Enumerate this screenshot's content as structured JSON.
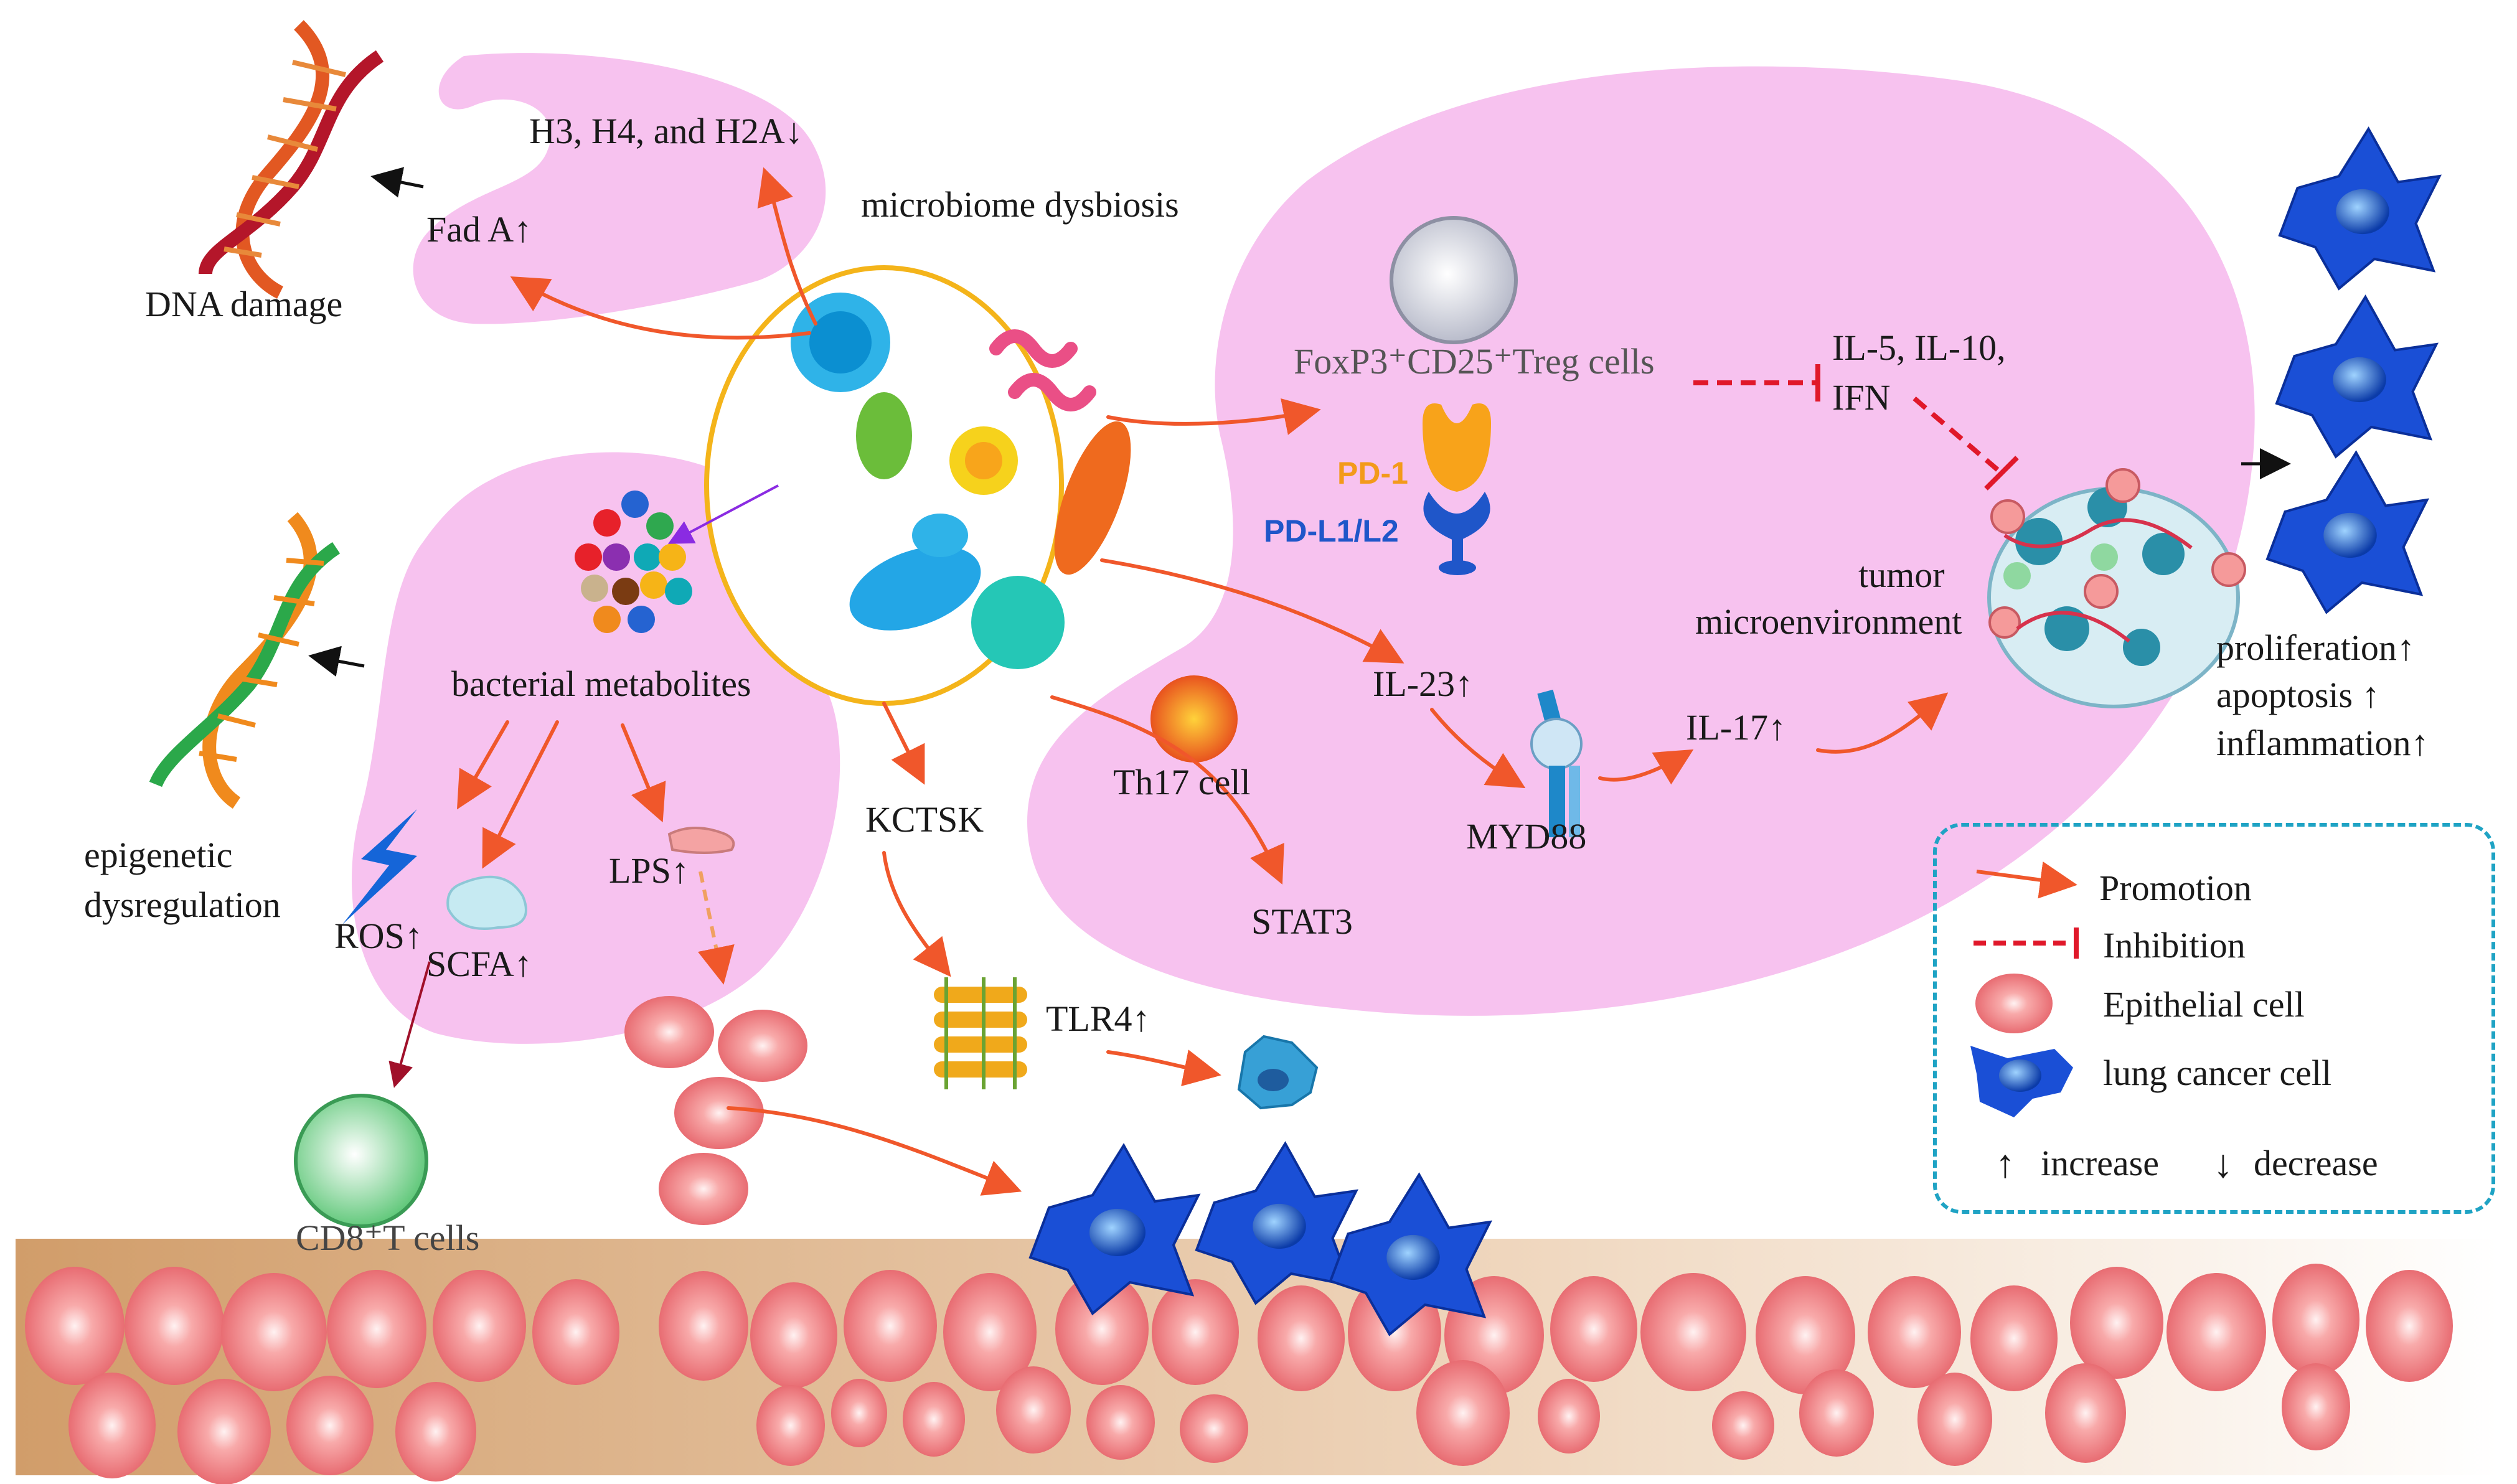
{
  "labels": {
    "dna_damage": "DNA damage",
    "histones": "H3, H4, and H2A↓",
    "fada": "Fad A↑",
    "microbiome": "microbiome dysbiosis",
    "treg": "FoxP3⁺CD25⁺Treg cells",
    "il_cytokines_line1": "IL-5, IL-10,",
    "il_cytokines_line2": "IFN",
    "pd1": "PD-1",
    "pdl": "PD-L1/L2",
    "tumor_line1": "tumor",
    "tumor_line2": "microenvironment",
    "proliferation": "proliferation↑",
    "apoptosis": "apoptosis ↑",
    "inflammation": "inflammation↑",
    "il23": "IL-23↑",
    "il17": "IL-17↑",
    "myd88": "MYD88",
    "th17": "Th17 cell",
    "stat3": "STAT3",
    "kctsk": "KCTSK",
    "tlr4": "TLR4↑",
    "bacterial_metabolites": "bacterial metabolites",
    "epigenetic_line1": "epigenetic",
    "epigenetic_line2": "dysregulation",
    "ros": "ROS↑",
    "scfa": "SCFA↑",
    "lps": "LPS↑",
    "cd8": "CD8⁺T cells"
  },
  "legend": {
    "promotion": "Promotion",
    "inhibition": "Inhibition",
    "epithelial": "Epithelial cell",
    "cancer": "lung cancer cell",
    "increase": "increase",
    "decrease": "decrease",
    "up_arrow": "↑",
    "down_arrow": "↓"
  },
  "colors": {
    "region": "#f7c2ef",
    "promotion_arrow": "#f0572b",
    "inhibition": "#e0182a",
    "cancer_cell": "#1a4fd6",
    "epithelial_cell": "#f59a9a",
    "legend_border": "#1fa3c4",
    "tissue": "#d9a777"
  }
}
